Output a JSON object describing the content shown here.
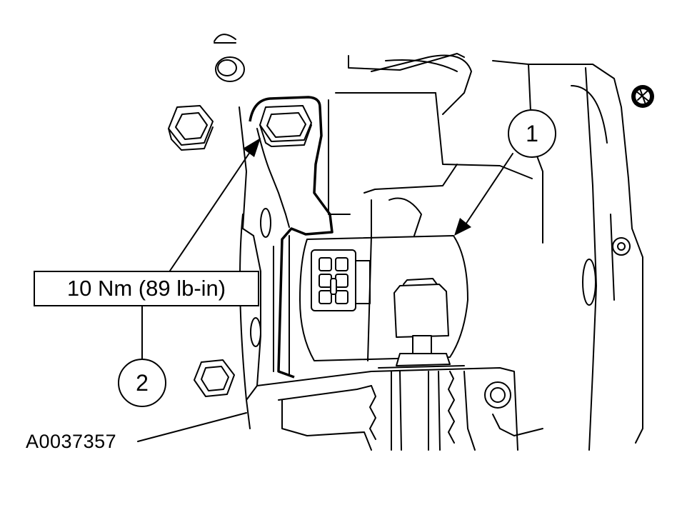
{
  "torque_spec": "10 Nm (89 lb-in)",
  "callouts": {
    "one": "1",
    "two": "2"
  },
  "figure_id": "A0037357",
  "colors": {
    "ink": "#000000",
    "paper": "#ffffff"
  }
}
